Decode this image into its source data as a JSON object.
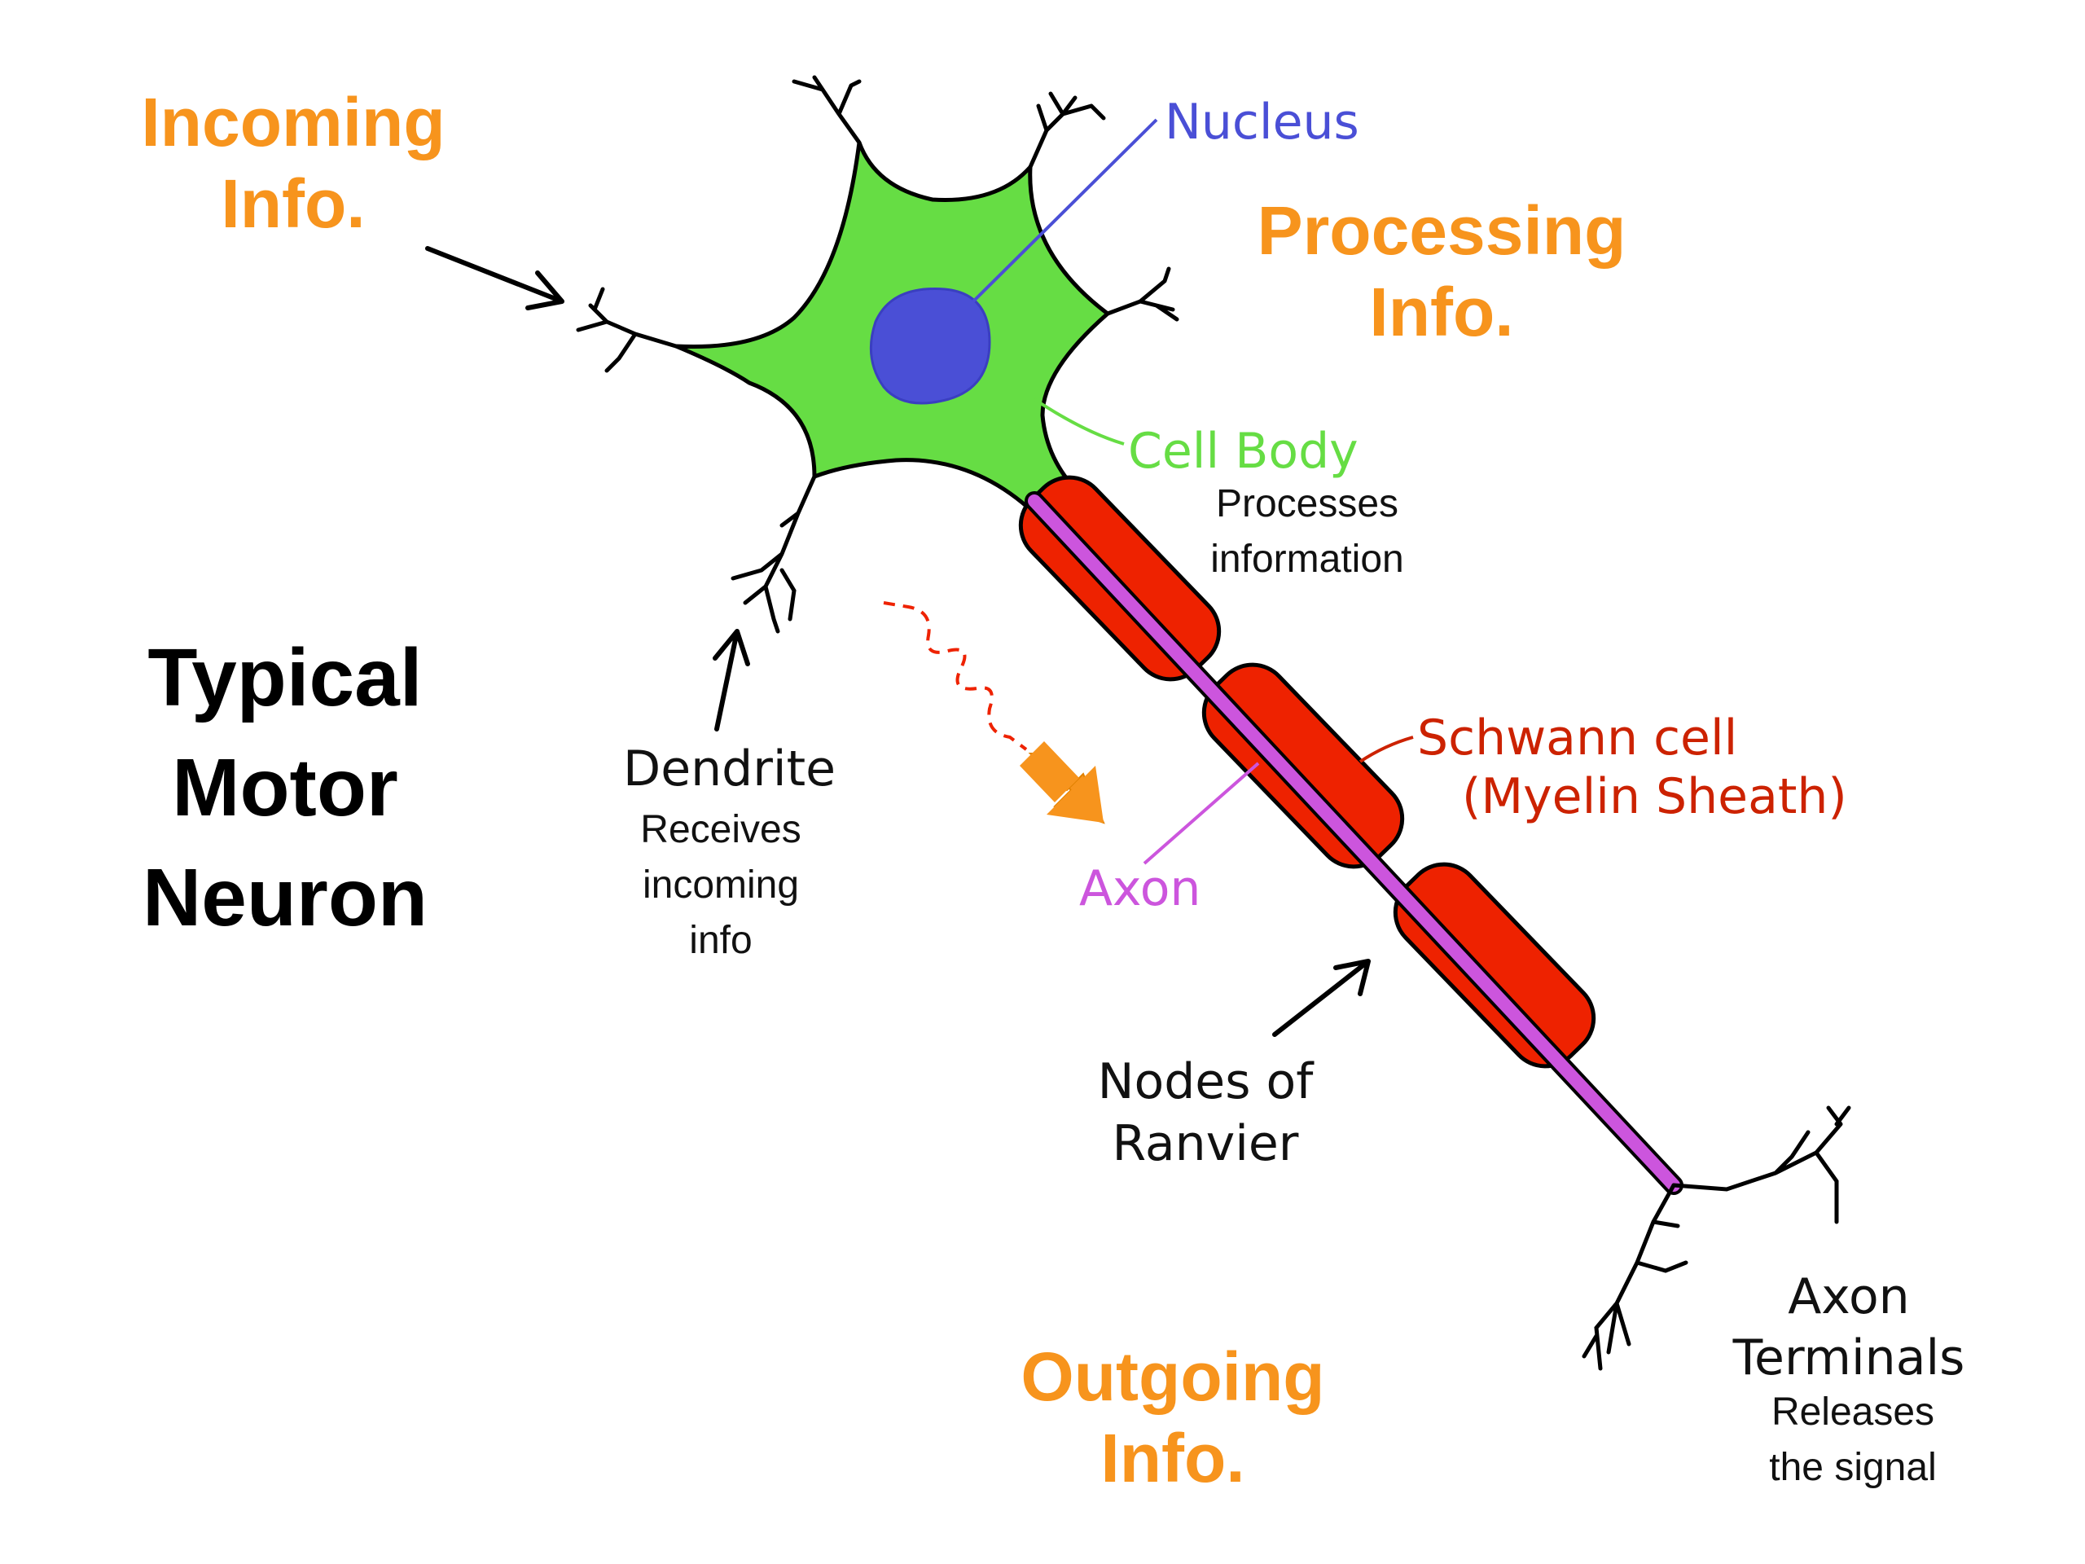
{
  "flow_labels": {
    "incoming": [
      "Incoming",
      "Info."
    ],
    "processing": [
      "Processing",
      "Info."
    ],
    "outgoing": [
      "Outgoing",
      "Info."
    ]
  },
  "title": [
    "Typical",
    "Motor",
    "Neuron"
  ],
  "parts": {
    "nucleus": "Nucleus",
    "cell_body": "Cell Body",
    "cell_body_desc": [
      "Processes",
      "information"
    ],
    "schwann": [
      "Schwann cell",
      "(Myelin Sheath)"
    ],
    "axon": "Axon",
    "dendrite": "Dendrite",
    "dendrite_desc": [
      "Receives",
      "incoming",
      "info"
    ],
    "nodes": [
      "Nodes of",
      "Ranvier"
    ],
    "terminals": [
      "Axon",
      "Terminals"
    ],
    "terminals_desc": [
      "Releases",
      "the signal"
    ]
  },
  "colors": {
    "flow_label": "#F7941D",
    "nucleus": "#4A4FD6",
    "cell_body": "#66DD44",
    "axon": "#CC55DD",
    "myelin": "#EE2200",
    "signal": "#EE2200",
    "arrow_fill": "#F7941D"
  }
}
